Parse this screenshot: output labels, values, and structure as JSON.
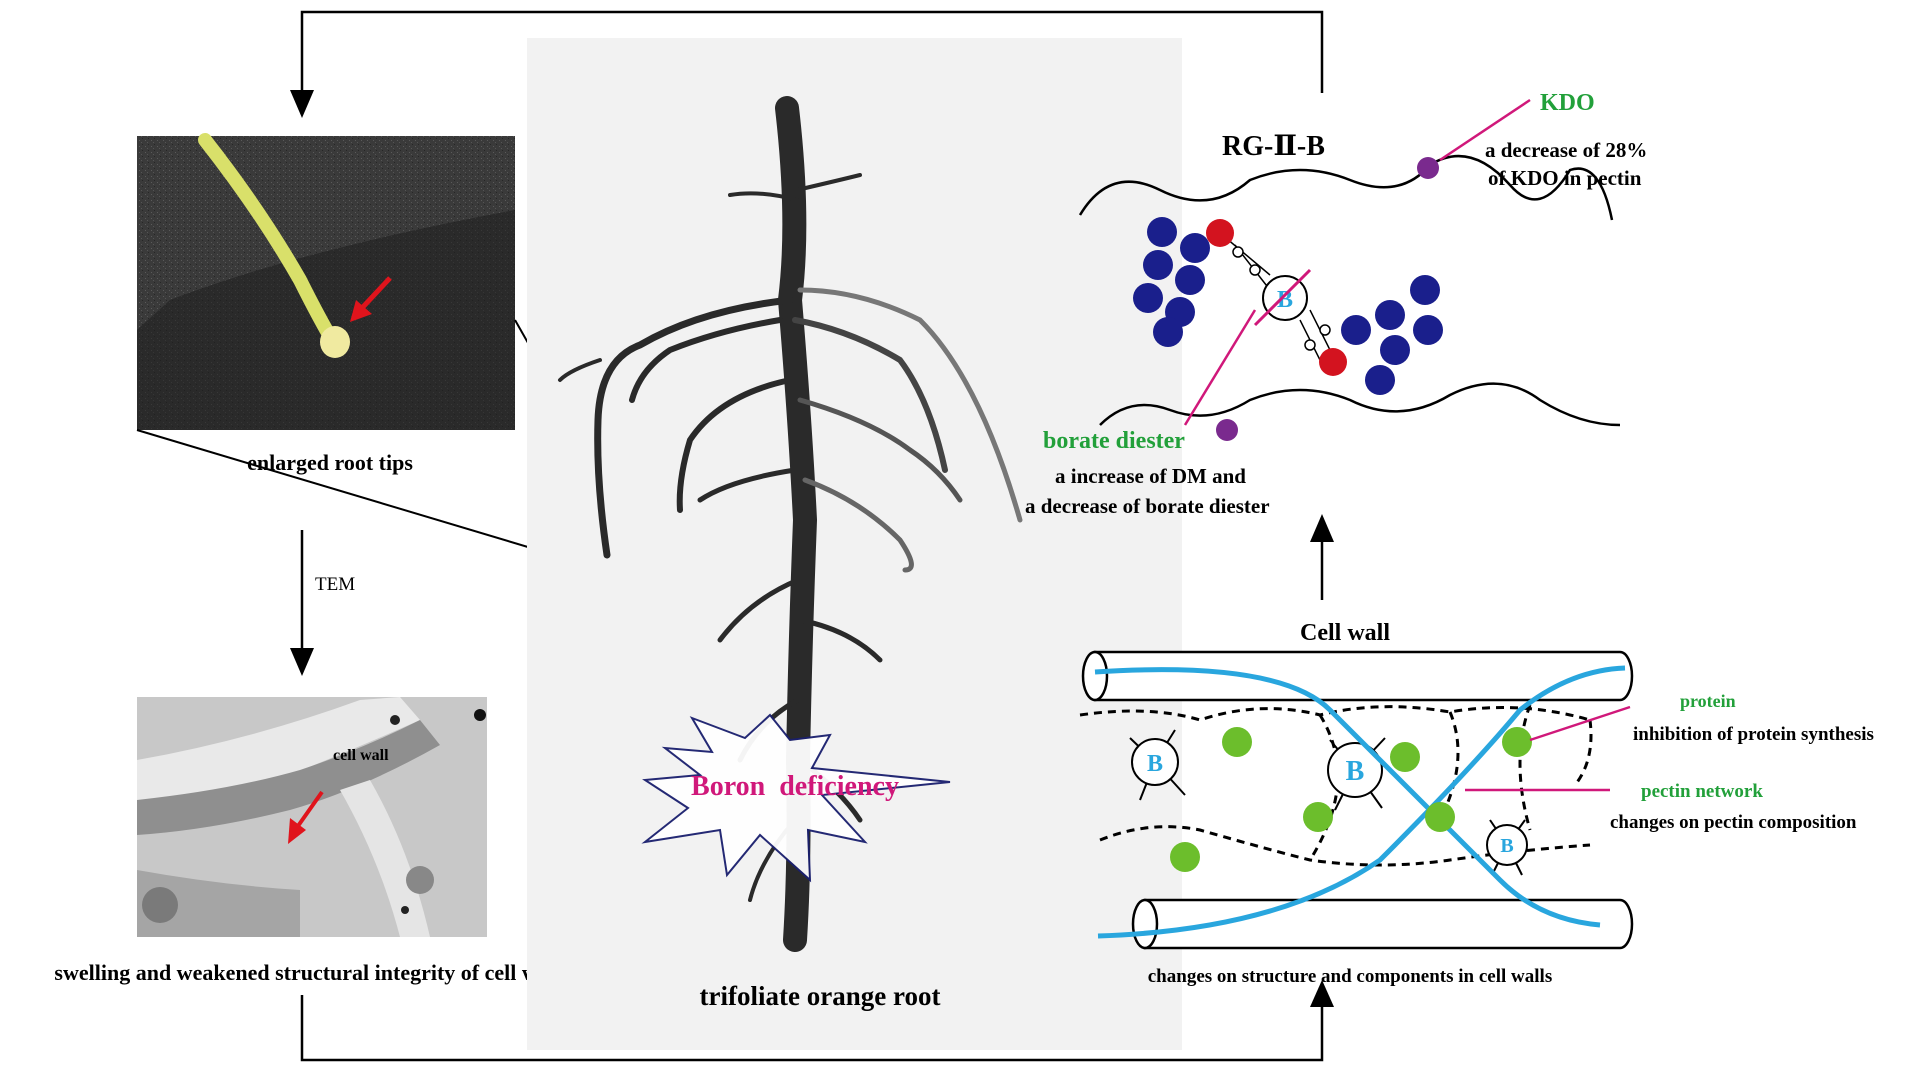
{
  "labels": {
    "enlarged_root_tips": "enlarged root tips",
    "tem": "TEM",
    "cell_wall_tem": "cell wall",
    "swelling": "swelling and weakened structural integrity of cell walls",
    "root_title": "trifoliate orange root",
    "boron_deficiency": "Boron  deficiency",
    "rg_title": "RG-Ⅱ-B",
    "kdo": "KDO",
    "kdo_desc_1": "a decrease of 28%",
    "kdo_desc_2": "of KDO in pectin",
    "borate_diester": "borate diester",
    "borate_desc_1": "a increase of DM and",
    "borate_desc_2": "a decrease of borate diester",
    "cell_wall_title": "Cell wall",
    "protein": "protein",
    "protein_desc": "inhibition of protein synthesis",
    "pectin_network": "pectin network",
    "pectin_desc": "changes on pectin composition",
    "changes_cell_walls": "changes on structure and components in cell walls",
    "boron_symbol": "B"
  },
  "colors": {
    "green_label": "#22a03a",
    "magenta": "#d0187a",
    "purple_dot": "#7a2a8e",
    "navy_dot": "#1a1f8c",
    "red_dot": "#d3131f",
    "cyan_fiber": "#29a6de",
    "green_protein": "#6cbe2c"
  }
}
